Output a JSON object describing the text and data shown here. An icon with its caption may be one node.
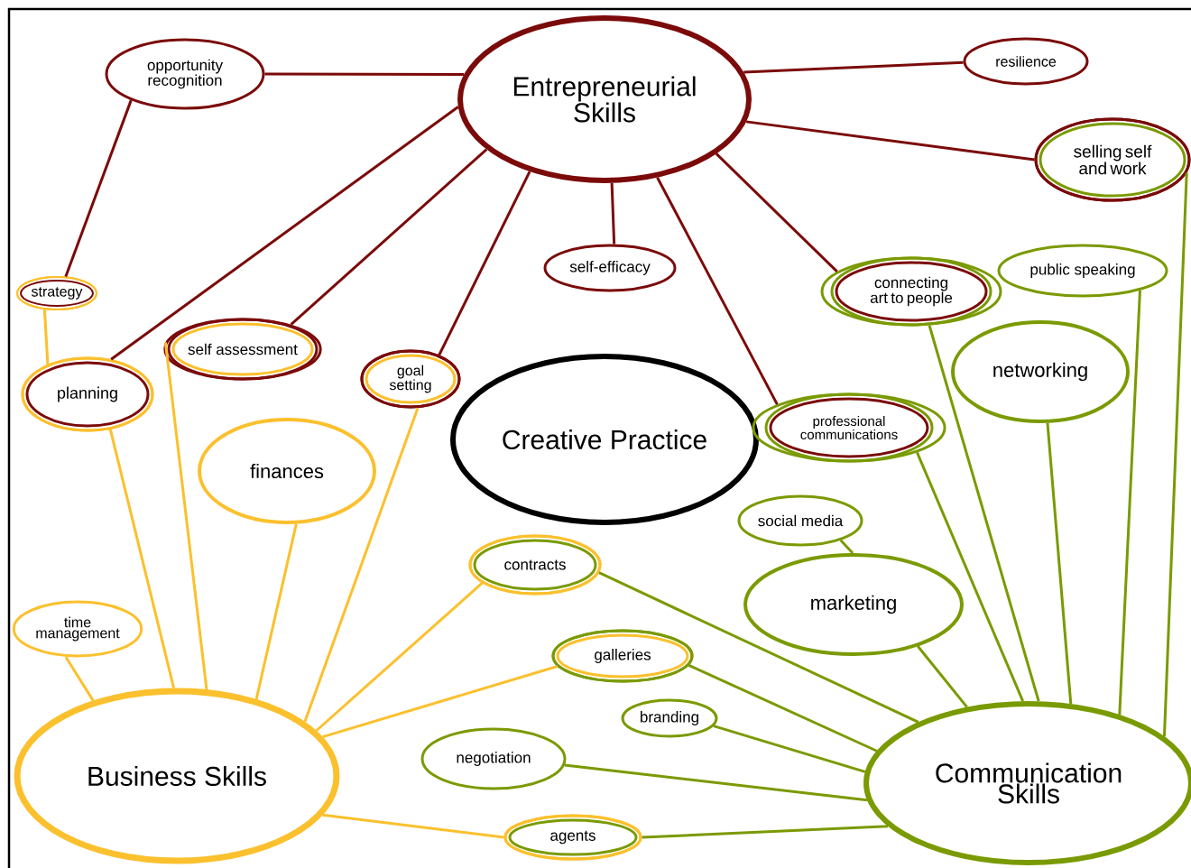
{
  "diagram": {
    "nodes": [
      {
        "text": [
          "Entrepreneurial Skills"
        ]
      },
      {
        "text": [
          "opportunity recognition"
        ]
      },
      {
        "text": [
          "resilience"
        ]
      },
      {
        "text": [
          "selling self and work"
        ]
      },
      {
        "text": [
          "strategy"
        ]
      },
      {
        "text": [
          "self-efficacy"
        ]
      },
      {
        "text": [
          "connecting art to people"
        ]
      },
      {
        "text": [
          "public speaking"
        ]
      },
      {
        "text": [
          "self assessment"
        ]
      },
      {
        "text": [
          "planning"
        ]
      },
      {
        "text": [
          "goal setting"
        ]
      },
      {
        "text": [
          "Creative Practice"
        ]
      },
      {
        "text": [
          "networking"
        ]
      },
      {
        "text": [
          "professional communications"
        ]
      },
      {
        "text": [
          "finances"
        ]
      },
      {
        "text": [
          "social media"
        ]
      },
      {
        "text": [
          "contracts"
        ]
      },
      {
        "text": [
          "marketing"
        ]
      },
      {
        "text": [
          "time management"
        ]
      },
      {
        "text": [
          "galleries"
        ]
      },
      {
        "text": [
          "branding"
        ]
      },
      {
        "text": [
          "negotiation"
        ]
      },
      {
        "text": [
          "Business Skills"
        ]
      },
      {
        "text": [
          "Communication Skills"
        ]
      },
      {
        "text": [
          "agents"
        ]
      }
    ],
    "edges": [
      {
        "from": 0,
        "to": 1,
        "arrow": "none",
        "color": "#7b0a0a"
      },
      {
        "from": 0,
        "to": 2,
        "arrow": "none",
        "color": "#7b0a0a"
      },
      {
        "from": 0,
        "to": 3,
        "arrow": "none",
        "color": "#7b0a0a"
      },
      {
        "from": 1,
        "to": 4,
        "arrow": "none",
        "color": "#7b0a0a"
      },
      {
        "from": 0,
        "to": 9,
        "arrow": "none",
        "color": "#7b0a0a"
      },
      {
        "from": 0,
        "to": 8,
        "arrow": "none",
        "color": "#7b0a0a"
      },
      {
        "from": 0,
        "to": 10,
        "arrow": "none",
        "color": "#7b0a0a"
      },
      {
        "from": 0,
        "to": 5,
        "arrow": "none",
        "color": "#7b0a0a"
      },
      {
        "from": 0,
        "to": 6,
        "arrow": "none",
        "color": "#7b0a0a"
      },
      {
        "from": 0,
        "to": 13,
        "arrow": "none",
        "color": "#7b0a0a"
      },
      {
        "from": 4,
        "to": 9,
        "arrow": "none",
        "color": "#fbc02d"
      },
      {
        "from": 9,
        "to": 22,
        "arrow": "none",
        "color": "#fbc02d"
      },
      {
        "from": 8,
        "to": 22,
        "arrow": "none",
        "color": "#fbc02d"
      },
      {
        "from": 14,
        "to": 22,
        "arrow": "none",
        "color": "#fbc02d"
      },
      {
        "from": 10,
        "to": 22,
        "arrow": "none",
        "color": "#fbc02d"
      },
      {
        "from": 18,
        "to": 22,
        "arrow": "none",
        "color": "#fbc02d"
      },
      {
        "from": 16,
        "to": 22,
        "arrow": "none",
        "color": "#fbc02d"
      },
      {
        "from": 19,
        "to": 22,
        "arrow": "none",
        "color": "#fbc02d"
      },
      {
        "from": 22,
        "to": 24,
        "arrow": "none",
        "color": "#fbc02d"
      },
      {
        "from": 3,
        "to": 23,
        "arrow": "none"
      },
      {
        "from": 7,
        "to": 23,
        "arrow": "none"
      },
      {
        "from": 12,
        "to": 23,
        "arrow": "none"
      },
      {
        "from": 6,
        "to": 23,
        "arrow": "none"
      },
      {
        "from": 13,
        "to": 23,
        "arrow": "none"
      },
      {
        "from": 17,
        "to": 23,
        "arrow": "none"
      },
      {
        "from": 15,
        "to": 17,
        "arrow": "none"
      },
      {
        "from": 16,
        "to": 23,
        "arrow": "none"
      },
      {
        "from": 19,
        "to": 23,
        "arrow": "none"
      },
      {
        "from": 20,
        "to": 23,
        "arrow": "none"
      },
      {
        "from": 21,
        "to": 23,
        "arrow": "none"
      },
      {
        "from": 24,
        "to": 23,
        "arrow": "none"
      }
    ]
  }
}
